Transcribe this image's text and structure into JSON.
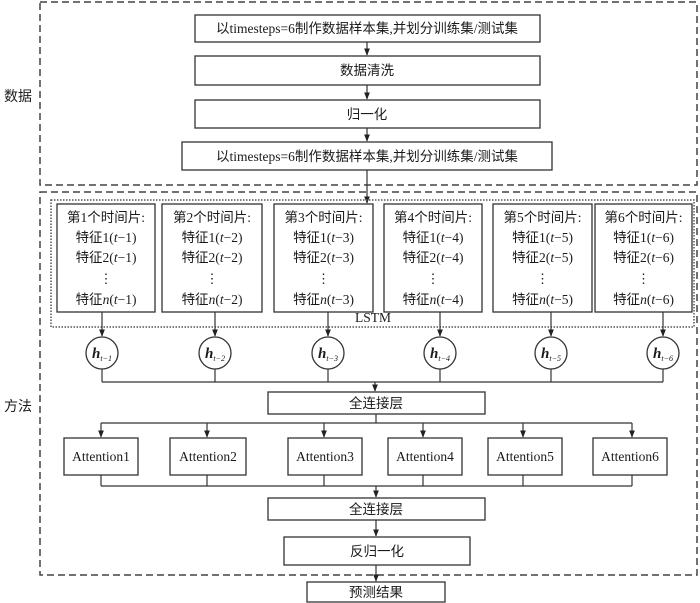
{
  "sections": {
    "data_label": "数据",
    "method_label": "方法"
  },
  "data_steps": [
    "以timesteps=6制作数据样本集,并划分训练集/测试集",
    "数据清洗",
    "归一化",
    "以timesteps=6制作数据样本集,并划分训练集/测试集"
  ],
  "lstm": {
    "label": "LSTM",
    "slices": [
      {
        "title": "第1个时间片:",
        "f1_prefix": "特征1(",
        "f2_prefix": "特征2(",
        "fn_prefix": "特征",
        "fn_var": "n",
        "t": "t",
        "offset": "−1)",
        "dots": "⋮"
      },
      {
        "title": "第2个时间片:",
        "f1_prefix": "特征1(",
        "f2_prefix": "特征2(",
        "fn_prefix": "特征",
        "fn_var": "n",
        "t": "t",
        "offset": "−2)",
        "dots": "⋮"
      },
      {
        "title": "第3个时间片:",
        "f1_prefix": "特征1(",
        "f2_prefix": "特征2(",
        "fn_prefix": "特征",
        "fn_var": "n",
        "t": "t",
        "offset": "−3)",
        "dots": "⋮"
      },
      {
        "title": "第4个时间片:",
        "f1_prefix": "特征1(",
        "f2_prefix": "特征2(",
        "fn_prefix": "特征",
        "fn_var": "n",
        "t": "t",
        "offset": "−4)",
        "dots": "⋮"
      },
      {
        "title": "第5个时间片:",
        "f1_prefix": "特征1(",
        "f2_prefix": "特征2(",
        "fn_prefix": "特征",
        "fn_var": "n",
        "t": "t",
        "offset": "−5)",
        "dots": "⋮"
      },
      {
        "title": "第6个时间片:",
        "f1_prefix": "特征1(",
        "f2_prefix": "特征2(",
        "fn_prefix": "特征",
        "fn_var": "n",
        "t": "t",
        "offset": "−6)",
        "dots": "⋮"
      }
    ]
  },
  "hidden_states": [
    {
      "symbol": "h",
      "sub": "t−1"
    },
    {
      "symbol": "h",
      "sub": "t−2"
    },
    {
      "symbol": "h",
      "sub": "t−3"
    },
    {
      "symbol": "h",
      "sub": "t−4"
    },
    {
      "symbol": "h",
      "sub": "t−5"
    },
    {
      "symbol": "h",
      "sub": "t−6"
    }
  ],
  "fc1_label": "全连接层",
  "attention": [
    "Attention1",
    "Attention2",
    "Attention3",
    "Attention4",
    "Attention5",
    "Attention6"
  ],
  "fc2_label": "全连接层",
  "denorm_label": "反归一化",
  "result_label": "预测结果"
}
